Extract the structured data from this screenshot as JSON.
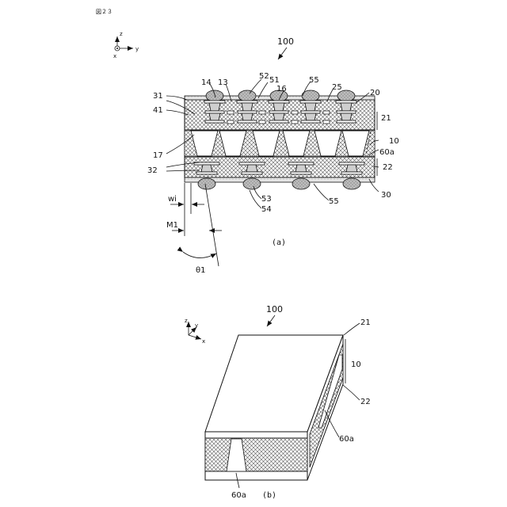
{
  "figure_title": "図２３",
  "axes_a": {
    "z": "z",
    "y": "y",
    "x": "x"
  },
  "axes_b": {
    "z": "z",
    "y": "y",
    "x": "x"
  },
  "fig_a": {
    "ref": "100",
    "caption": "(a)",
    "labels": {
      "l14": "14",
      "l13": "13",
      "l52": "52",
      "l51": "51",
      "l16": "16",
      "l55top": "55",
      "l25": "25",
      "l20": "20",
      "l21": "21",
      "l31": "31",
      "l41": "41",
      "l10": "10",
      "l17": "17",
      "l60a": "60a",
      "l32": "32",
      "l22": "22",
      "l53": "53",
      "l54": "54",
      "l55bot": "55",
      "l30": "30",
      "lwi": "wi",
      "lM1": "M1",
      "ltheta": "θ1"
    }
  },
  "fig_b": {
    "ref": "100",
    "caption": "(b)",
    "labels": {
      "l21": "21",
      "l10": "10",
      "l22": "22",
      "l60a_side": "60a",
      "l60a_front": "60a"
    }
  }
}
